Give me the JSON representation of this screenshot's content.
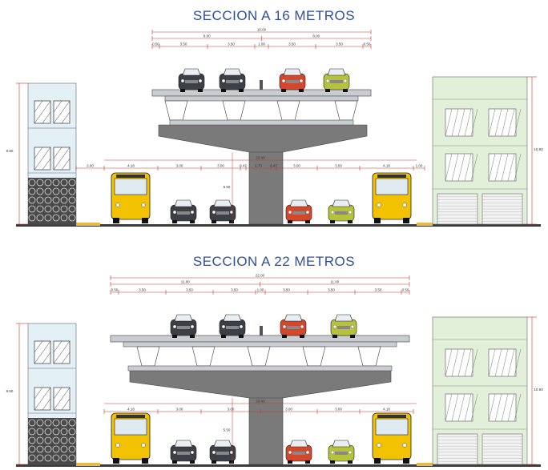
{
  "sections": [
    {
      "title": "SECCION A 16 METROS",
      "deck_total": "16.00",
      "deck_halves": [
        "8.00",
        "8.00"
      ],
      "deck_lanes": [
        "0.50",
        "3.50",
        "3.50",
        "1.00",
        "3.50",
        "3.50",
        "0.50"
      ],
      "street_total": "23.00",
      "street_dims": [
        "2.00",
        "4.18",
        "3.00",
        "3.00",
        "0.47",
        "1.70",
        "0.47",
        "3.00",
        "3.00",
        "4.18",
        "1.00"
      ],
      "clearance": "5.50",
      "left_bldg_height": "9.50",
      "right_bldg_height": "10.93"
    },
    {
      "title": "SECCION A 22 METROS",
      "deck_total": "22.00",
      "deck_halves": [
        "11.00",
        "11.00"
      ],
      "deck_lanes": [
        "0.50",
        "3.50",
        "3.50",
        "3.50",
        "1.00",
        "3.50",
        "3.50",
        "3.50",
        "0.50"
      ],
      "street_total": "23.00",
      "street_dims": [
        "4.18",
        "3.00",
        "3.00",
        "3.00",
        "3.00",
        "4.18"
      ],
      "clearance": "5.50",
      "left_bldg_height": "9.50",
      "right_bldg_height": "10.93"
    }
  ],
  "colors": {
    "title": "#2e4f9c",
    "concrete_dark": "#7a7a7a",
    "concrete_light": "#c9cdd2",
    "dimension": "#c0392b",
    "left_building": "#e3f1f7",
    "right_building": "#e2f0d9",
    "bus": "#f2c200",
    "car_red": "#d4472a",
    "car_green": "#b5c23a",
    "car_gray": "#3c4046"
  }
}
